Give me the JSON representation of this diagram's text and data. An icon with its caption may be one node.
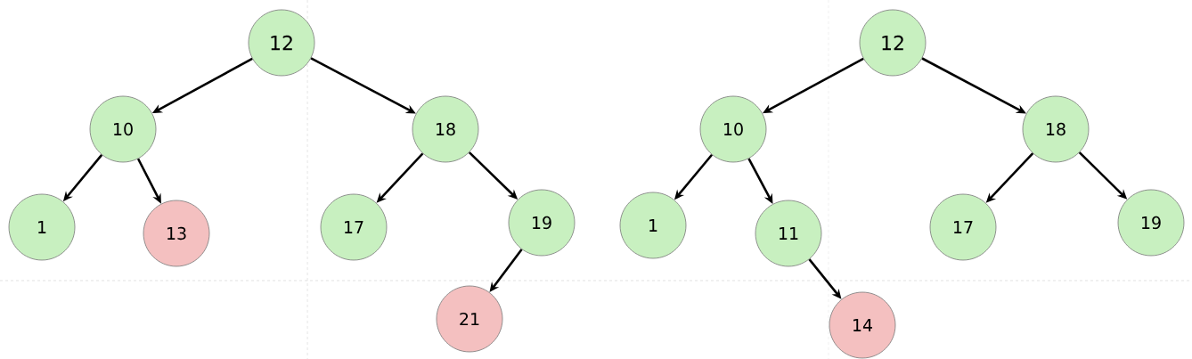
{
  "diagram": {
    "nodes": [
      {
        "text": [
          "12"
        ]
      },
      {
        "text": [
          "10"
        ]
      },
      {
        "text": [
          "18"
        ]
      },
      {
        "text": [
          "1"
        ]
      },
      {
        "text": [
          "13"
        ]
      },
      {
        "text": [
          "17"
        ]
      },
      {
        "text": [
          "19"
        ]
      },
      {
        "text": [
          "21"
        ]
      },
      {
        "text": [
          "12"
        ]
      },
      {
        "text": [
          "10"
        ]
      },
      {
        "text": [
          "18"
        ]
      },
      {
        "text": [
          "1"
        ]
      },
      {
        "text": [
          "11"
        ]
      },
      {
        "text": [
          "14"
        ]
      },
      {
        "text": [
          "17"
        ]
      },
      {
        "text": [
          "19"
        ]
      }
    ],
    "edges": [
      {
        "from": 0,
        "to": 1,
        "arrow": "to"
      },
      {
        "from": 0,
        "to": 2,
        "arrow": "to"
      },
      {
        "from": 1,
        "to": 3,
        "arrow": "to"
      },
      {
        "from": 1,
        "to": 4,
        "arrow": "to"
      },
      {
        "from": 2,
        "to": 5,
        "arrow": "to"
      },
      {
        "from": 2,
        "to": 6,
        "arrow": "to"
      },
      {
        "from": 6,
        "to": 7,
        "arrow": "to"
      },
      {
        "from": 8,
        "to": 9,
        "arrow": "to"
      },
      {
        "from": 8,
        "to": 10,
        "arrow": "to"
      },
      {
        "from": 9,
        "to": 11,
        "arrow": "to"
      },
      {
        "from": 9,
        "to": 12,
        "arrow": "to"
      },
      {
        "from": 12,
        "to": 13,
        "arrow": "to"
      },
      {
        "from": 10,
        "to": 14,
        "arrow": "to"
      },
      {
        "from": 10,
        "to": 15,
        "arrow": "to"
      }
    ]
  }
}
